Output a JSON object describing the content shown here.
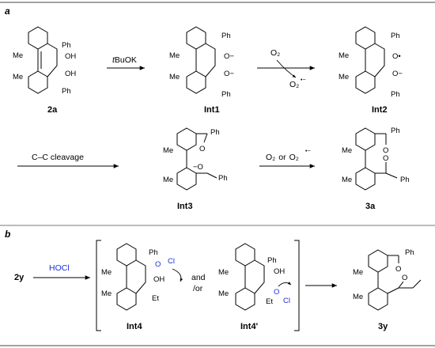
{
  "panel_a": {
    "label": "a",
    "compounds": {
      "c2a": {
        "name": "2a",
        "groups": [
          "Me",
          "Me",
          "Ph",
          "Ph",
          "OH",
          "OH"
        ]
      },
      "int1": {
        "name": "Int1",
        "groups": [
          "Me",
          "Me",
          "Ph",
          "Ph",
          "O−",
          "O−"
        ]
      },
      "int2": {
        "name": "Int2",
        "groups": [
          "Me",
          "Me",
          "Ph",
          "Ph",
          "O•",
          "O−"
        ]
      },
      "int3": {
        "name": "Int3",
        "groups": [
          "Me",
          "Me",
          "Ph",
          "Ph",
          "O",
          "−O"
        ]
      },
      "c3a": {
        "name": "3a",
        "groups": [
          "Me",
          "Me",
          "Ph",
          "Ph",
          "O",
          "O"
        ]
      }
    },
    "arrows": {
      "step1": {
        "reagent_prefix": "t",
        "reagent_suffix": "BuOK"
      },
      "step2": {
        "reagent_top": "O₂",
        "reagent_bottom": "O₂",
        "radical_anion": "•−"
      },
      "step3": {
        "label": "C–C cleavage"
      },
      "step4": {
        "reagent_a": "O₂",
        "joiner": "or",
        "reagent_b": "O₂",
        "radical_anion": "•−"
      }
    }
  },
  "panel_b": {
    "label": "b",
    "start": "2y",
    "reagent": "HOCl",
    "connector_top": "and",
    "connector_bottom": "/or",
    "compounds": {
      "int4": {
        "name": "Int4",
        "groups": [
          "Me",
          "Me",
          "Ph",
          "O",
          "Cl",
          "OH",
          "Et"
        ]
      },
      "int4p": {
        "name": "Int4'",
        "groups": [
          "Me",
          "Me",
          "Ph",
          "OH",
          "O",
          "Cl",
          "Et"
        ]
      },
      "c3y": {
        "name": "3y",
        "groups": [
          "Me",
          "Me",
          "Ph",
          "O",
          "O"
        ]
      }
    }
  },
  "colors": {
    "reagent_highlight": "#1b2fd6",
    "divider": "#777777",
    "line": "#000000"
  }
}
